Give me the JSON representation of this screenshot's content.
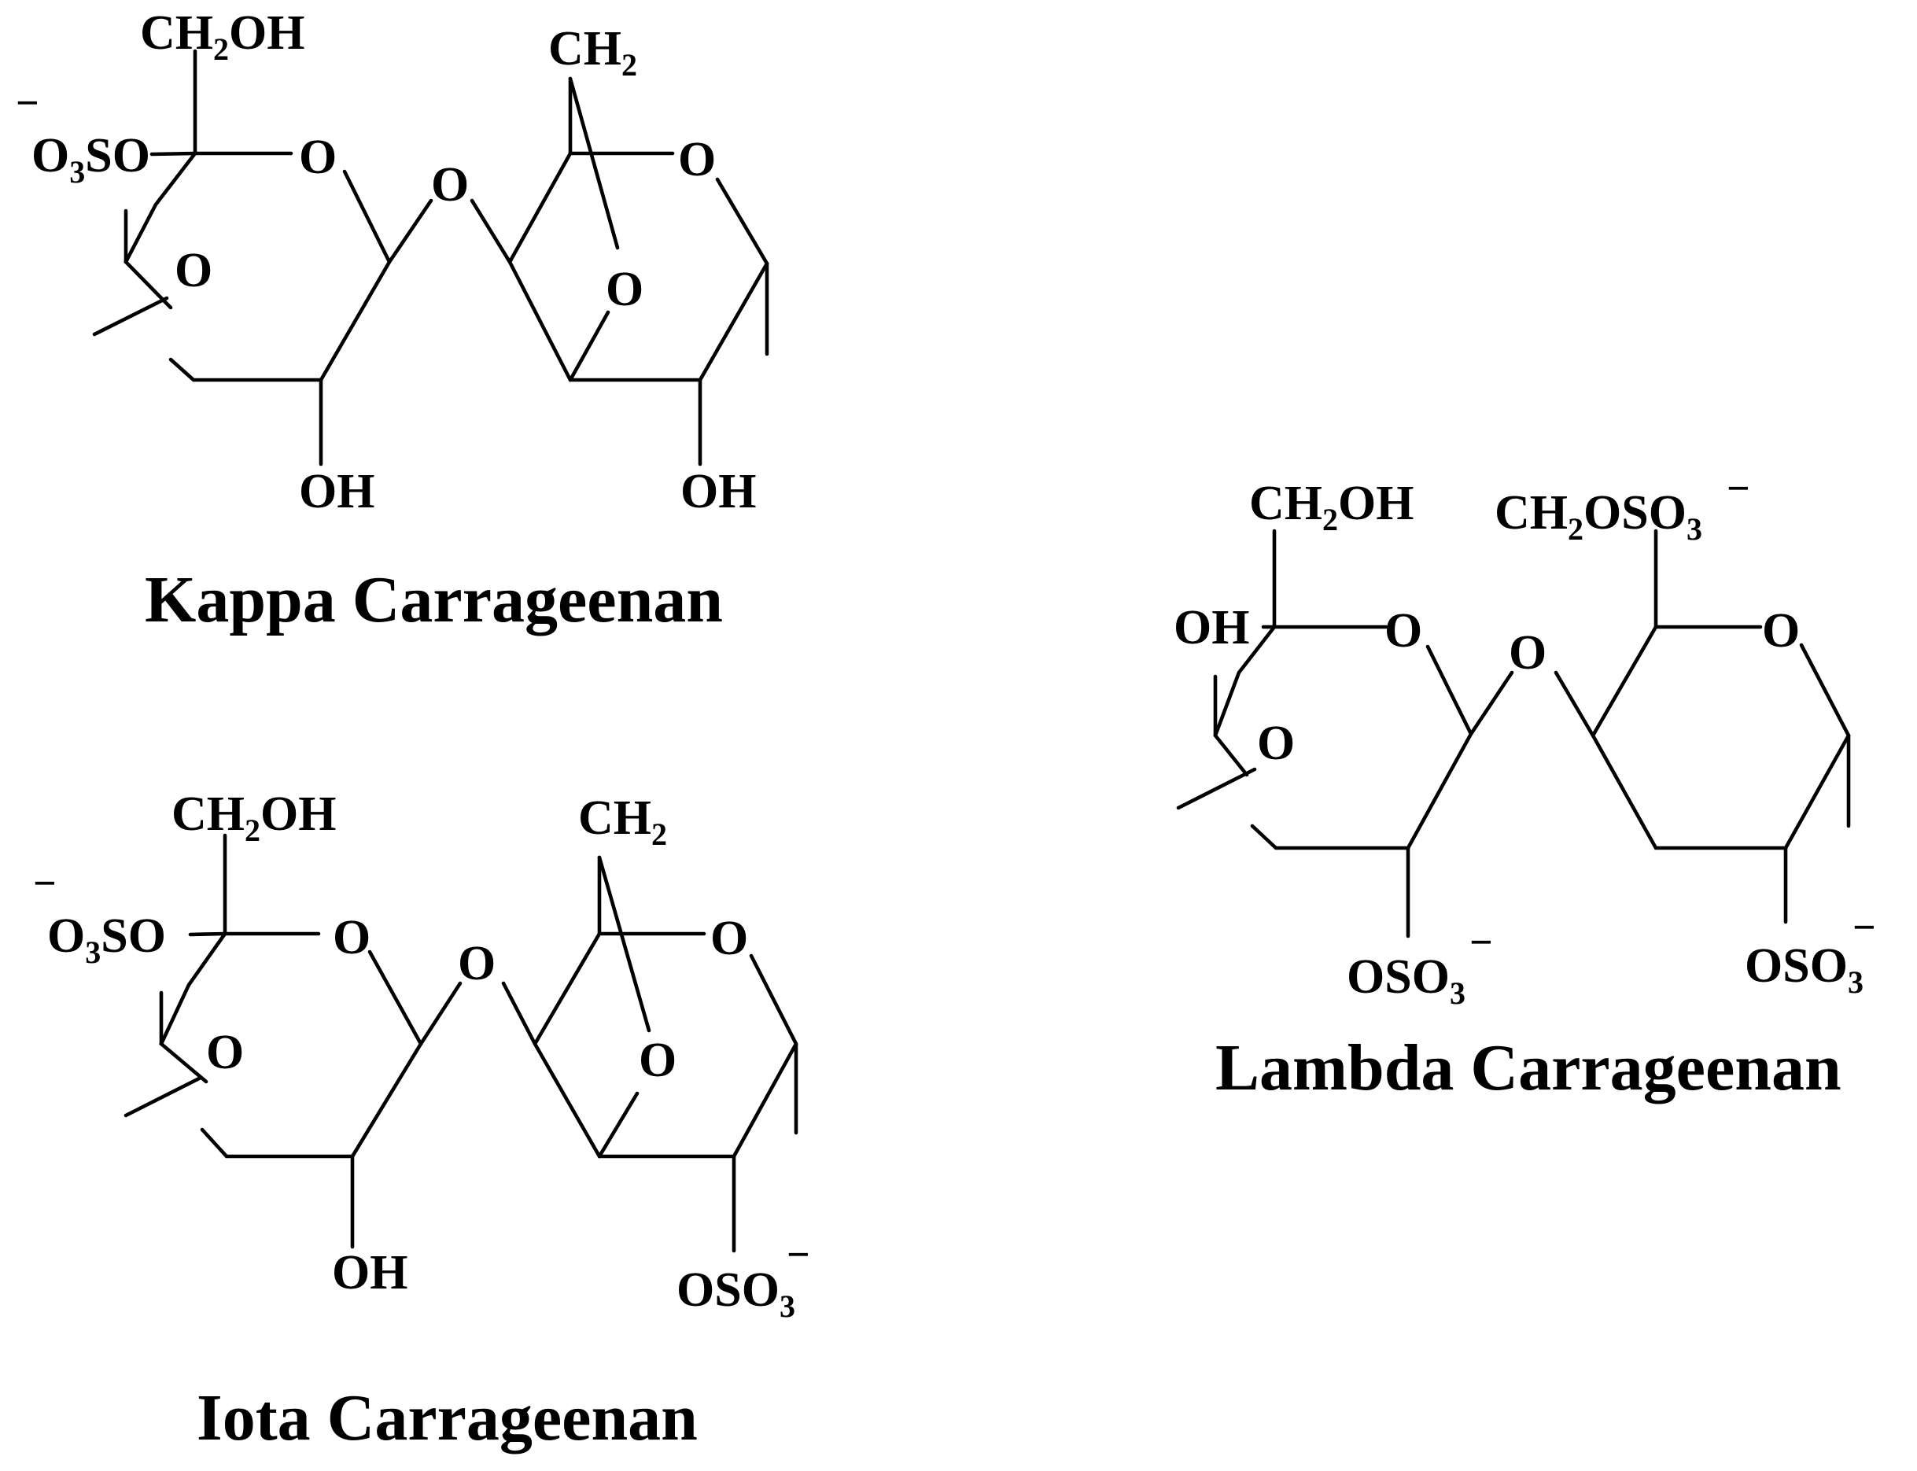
{
  "kappa": {
    "caption": "Kappa Carrageenan",
    "ch2oh_1": "CH",
    "ch2oh_2": "2",
    "ch2oh_3": "OH",
    "sulfate_charge": "−",
    "sulfate_1": "O",
    "sulfate_2": "3",
    "sulfate_3": "SO",
    "ring1_o": "O",
    "bridge_o": "O",
    "inner_o": "O",
    "ch2_1": "CH",
    "ch2_2": "2",
    "ring2_o": "O",
    "anhydro_o": "O",
    "oh_left": "OH",
    "oh_right": "OH"
  },
  "iota": {
    "caption": "Iota Carrageenan",
    "ch2oh_1": "CH",
    "ch2oh_2": "2",
    "ch2oh_3": "OH",
    "sulfate_charge": "−",
    "sulfate_1": "O",
    "sulfate_2": "3",
    "sulfate_3": "SO",
    "ring1_o": "O",
    "bridge_o": "O",
    "inner_o": "O",
    "ch2_1": "CH",
    "ch2_2": "2",
    "ring2_o": "O",
    "anhydro_o": "O",
    "oh_left": "OH",
    "oso3_1": "OSO",
    "oso3_2": "3",
    "oso3_charge": "−"
  },
  "lambda": {
    "caption": "Lambda Carrageenan",
    "ch2oh_1": "CH",
    "ch2oh_2": "2",
    "ch2oh_3": "OH",
    "ch2oso3_1": "CH",
    "ch2oso3_2": "2",
    "ch2oso3_3": "OSO",
    "ch2oso3_4": "3",
    "ch2oso3_charge": "−",
    "oh_top": "OH",
    "ring1_o": "O",
    "bridge_o": "O",
    "ring2_o": "O",
    "inner_o": "O",
    "oso3_left_1": "OSO",
    "oso3_left_2": "3",
    "oso3_left_charge": "−",
    "oso3_right_1": "OSO",
    "oso3_right_2": "3",
    "oso3_right_charge": "−"
  }
}
